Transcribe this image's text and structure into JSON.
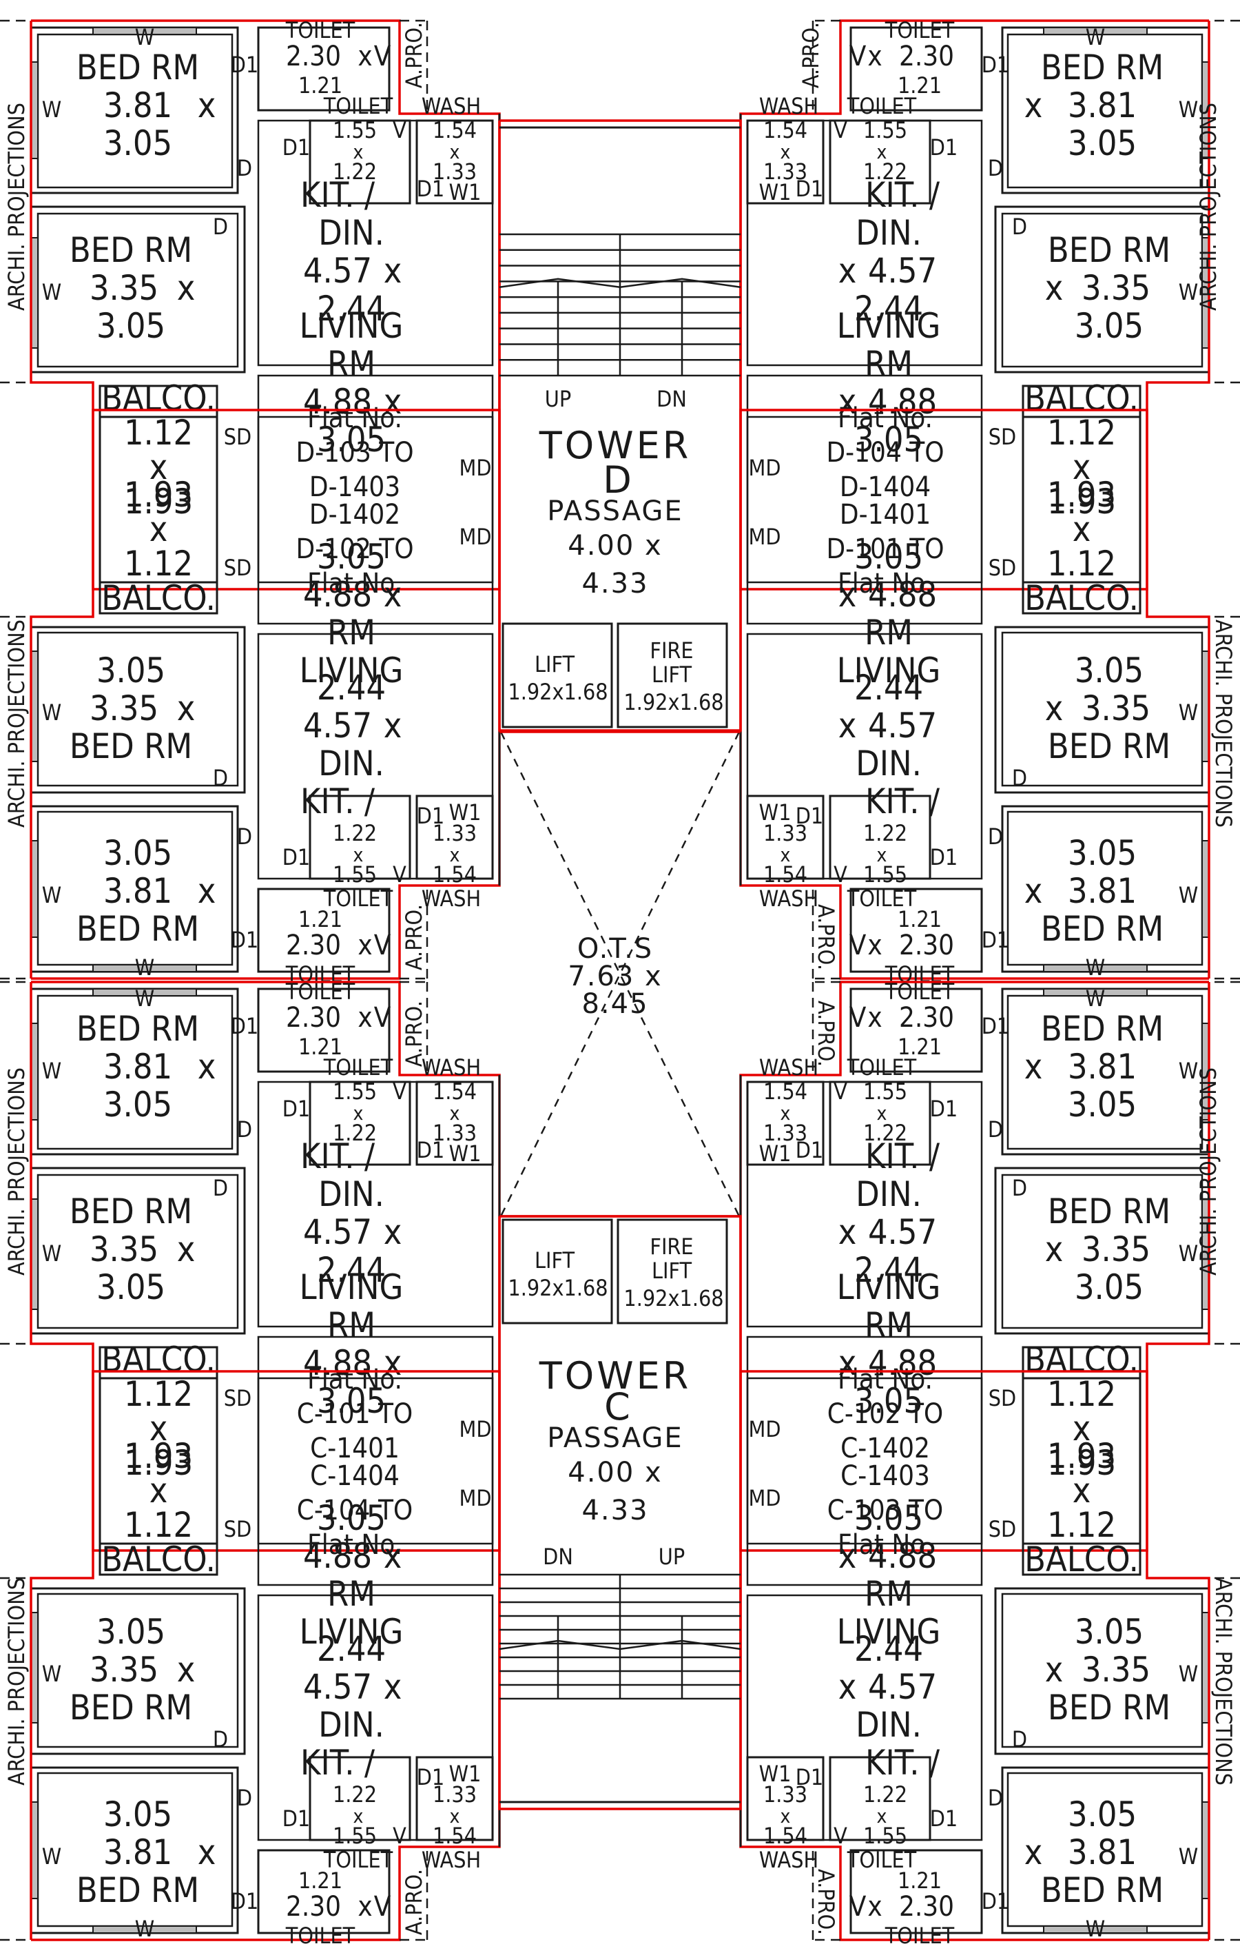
{
  "drawing": {
    "title": "Typical Floor Plan - Tower D and Tower C",
    "colors": {
      "wall": "#1a1a1a",
      "boundary": "#e60000",
      "window_fill": "#bdbdbd",
      "background": "#ffffff"
    }
  },
  "labels": {
    "bed_rm": "BED RM",
    "toilet": "TOILET",
    "wash": "WASH",
    "kit_din_1": "KIT. /",
    "kit_din_2": "DIN.",
    "living_1": "LIVING",
    "living_2": "RM",
    "balco": "BALCO.",
    "archi_projections": "ARCHI. PROJECTIONS",
    "a_pro": "A.PRO.",
    "flat_no": "Flat No.",
    "door_d": "D",
    "door_d1": "D1",
    "door_md": "MD",
    "door_sd": "SD",
    "window_w": "W",
    "window_w1": "W1",
    "vent_v": "V",
    "x": "x"
  },
  "rooms": {
    "bed_large": {
      "dim1": "3.81",
      "dim2": "3.05"
    },
    "bed_small": {
      "dim1": "3.35",
      "dim2": "3.05"
    },
    "toilet_large": {
      "dim1": "2.30",
      "dim2": "1.21"
    },
    "toilet_small": {
      "dim1": "1.55",
      "dim2": "1.22"
    },
    "wash": {
      "dim1": "1.54",
      "dim2": "1.33"
    },
    "kit_din": {
      "dim1": "4.57",
      "dim2": "2.44"
    },
    "living": {
      "dim1": "4.88",
      "dim2": "3.05"
    },
    "balcony": {
      "dim1": "1.12",
      "dim2": "1.93"
    }
  },
  "towers": [
    {
      "id": "tower-d",
      "name_line1": "TOWER",
      "name_line2": "D",
      "passage_label": "PASSAGE",
      "passage_dim": "4.00 x",
      "passage_dim2": "4.33",
      "stair_left": "UP",
      "stair_right": "DN",
      "lift": "LIFT",
      "lift_dim": "1.92x1.68",
      "fire_lift_1": "FIRE",
      "fire_lift_2": "LIFT",
      "fire_lift_dim": "1.92x1.68",
      "flats": {
        "top_left": {
          "from": "D-103 TO",
          "to": "D-1403"
        },
        "bottom_left": {
          "from": "D-102 TO",
          "to": "D-1402"
        },
        "top_right": {
          "from": "D-104 TO",
          "to": "D-1404"
        },
        "bottom_right": {
          "from": "D-101 TO",
          "to": "D-1401"
        }
      }
    },
    {
      "id": "tower-c",
      "name_line1": "TOWER",
      "name_line2": "C",
      "passage_label": "PASSAGE",
      "passage_dim": "4.00 x",
      "passage_dim2": "4.33",
      "stair_left": "DN",
      "stair_right": "UP",
      "lift": "LIFT",
      "lift_dim": "1.92x1.68",
      "fire_lift_1": "FIRE",
      "fire_lift_2": "LIFT",
      "fire_lift_dim": "1.92x1.68",
      "flats": {
        "top_left": {
          "from": "C-101 TO",
          "to": "C-1401"
        },
        "bottom_left": {
          "from": "C-104 TO",
          "to": "C-1404"
        },
        "top_right": {
          "from": "C-102 TO",
          "to": "C-1402"
        },
        "bottom_right": {
          "from": "C-103 TO",
          "to": "C-1403"
        }
      }
    }
  ],
  "ots": {
    "label": "O.T.S",
    "dim1": "7.63 x",
    "dim2": "8.45"
  }
}
